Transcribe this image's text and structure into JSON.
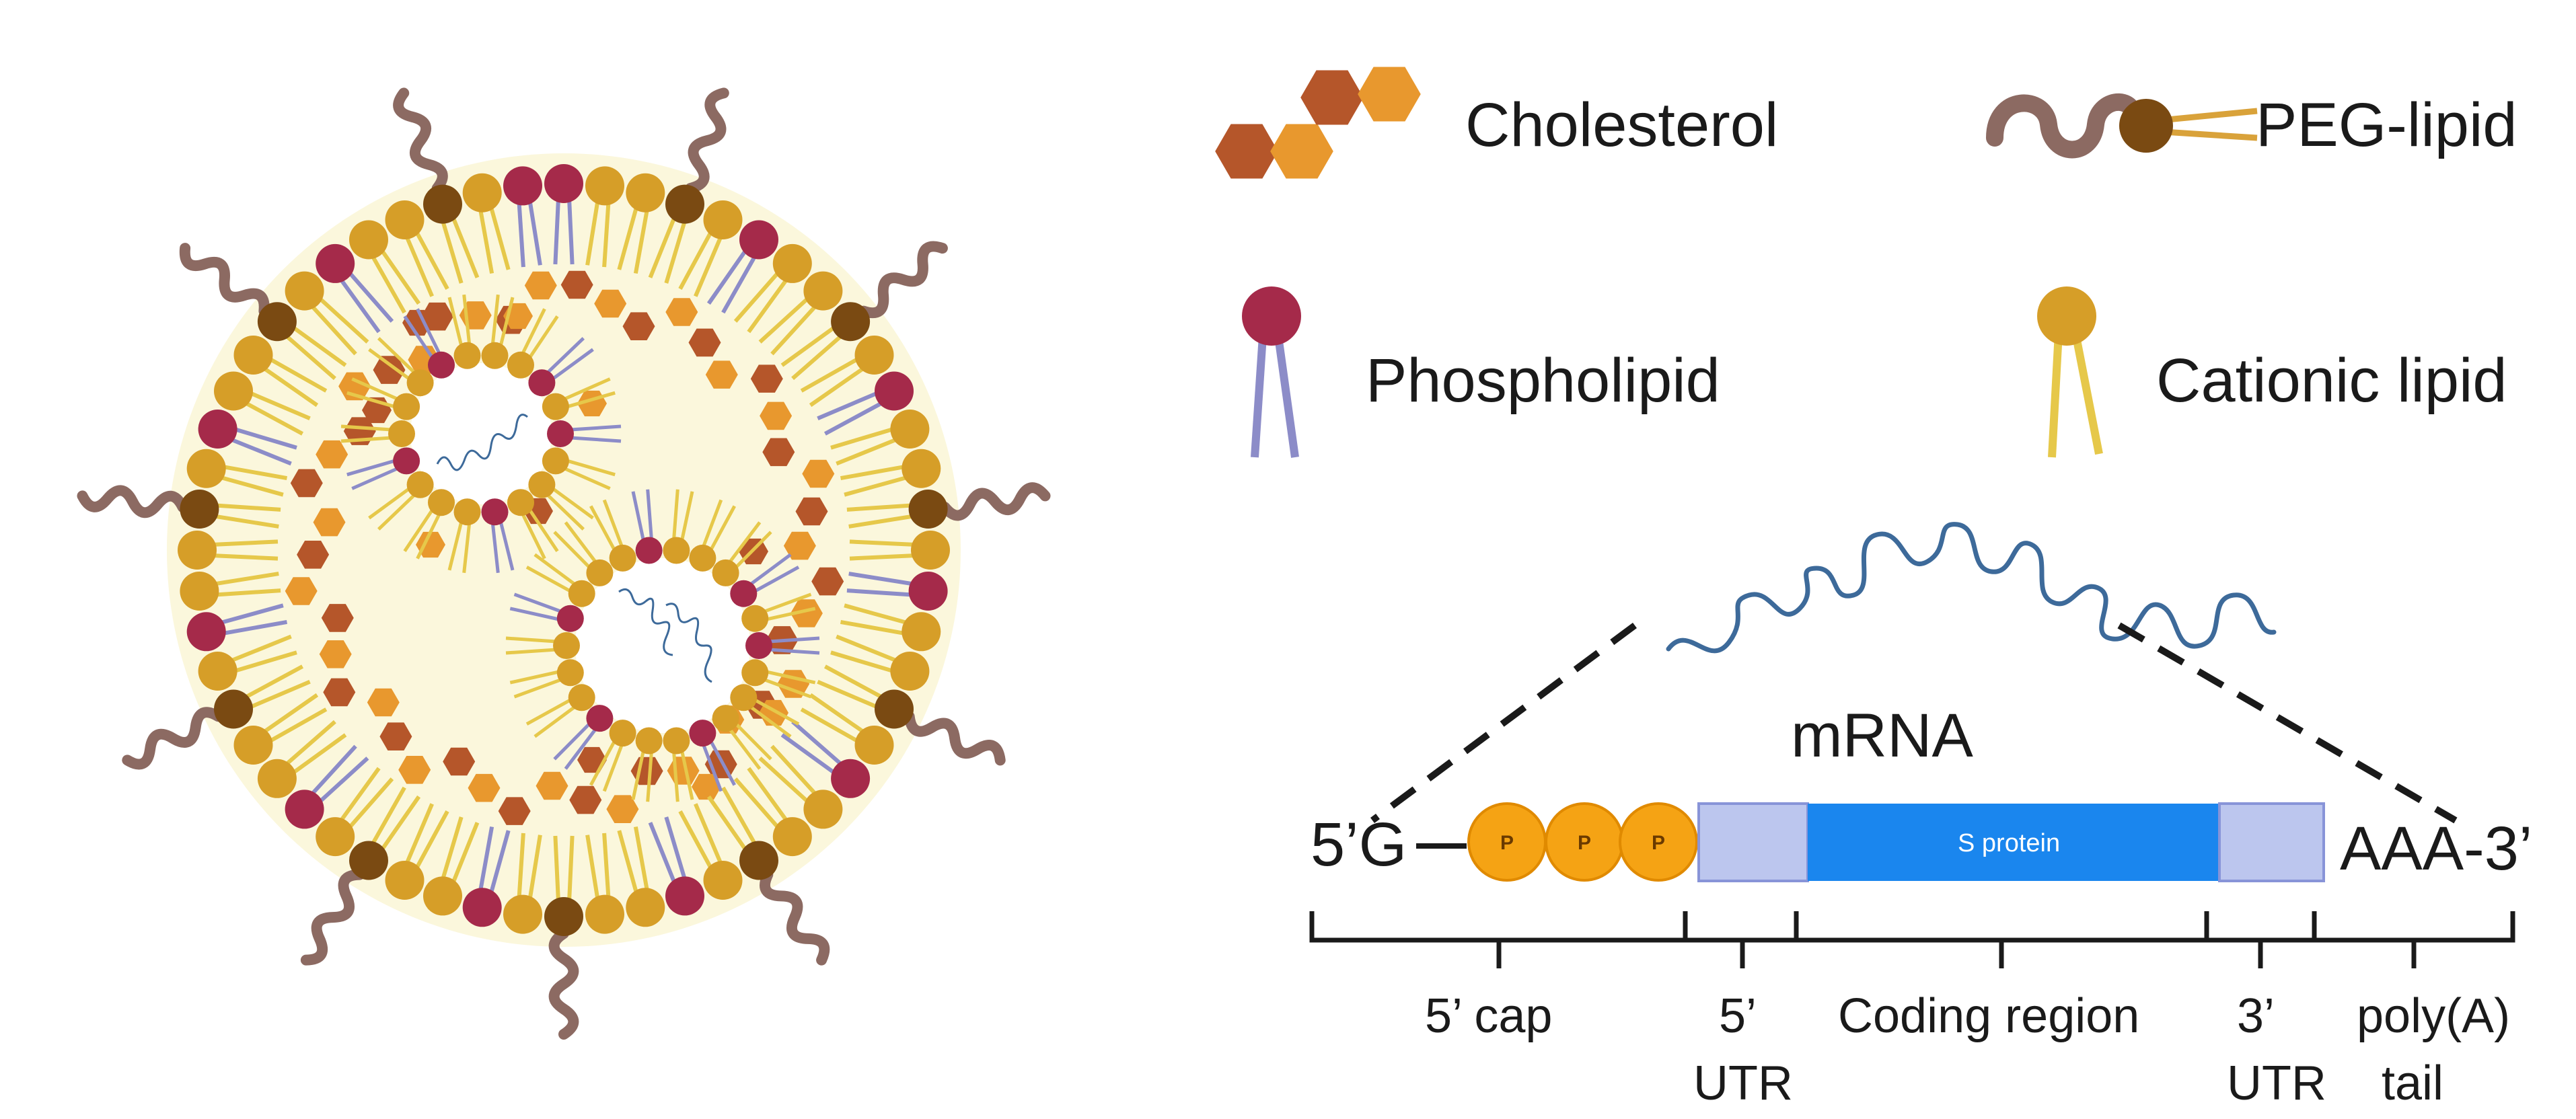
{
  "legend": {
    "cholesterol": "Cholesterol",
    "peg_lipid": "PEG-lipid",
    "phospholipid": "Phospholipid",
    "cationic_lipid": "Cationic lipid"
  },
  "mrna": {
    "title": "mRNA",
    "five_prime": "5’G",
    "phosphate": "P",
    "coding": "S protein",
    "three_prime": "AAA-3’"
  },
  "regions": {
    "cap": "5’ cap",
    "utr5_line1": "5’",
    "utr5_line2": "UTR",
    "coding": "Coding region",
    "utr3_line1": "3’",
    "utr3_line2": "UTR",
    "polya_line1": "poly(A)",
    "polya_line2": "tail"
  },
  "colors": {
    "phospholipid_head": "#a52a4a",
    "phospholipid_tail": "#8c8cc8",
    "cationic_head": "#d69e28",
    "cationic_tail": "#e6c84a",
    "peg_head": "#7a4a12",
    "peg_chain": "#8c6a62",
    "cholesterol_dark": "#b5562a",
    "cholesterol_light": "#e8982e",
    "core": "#fbf7dc",
    "mrna_strand": "#3d6a9a",
    "utr": "#bcc6ee",
    "coding": "#1a86ee",
    "phosphate": "#f5a314"
  }
}
